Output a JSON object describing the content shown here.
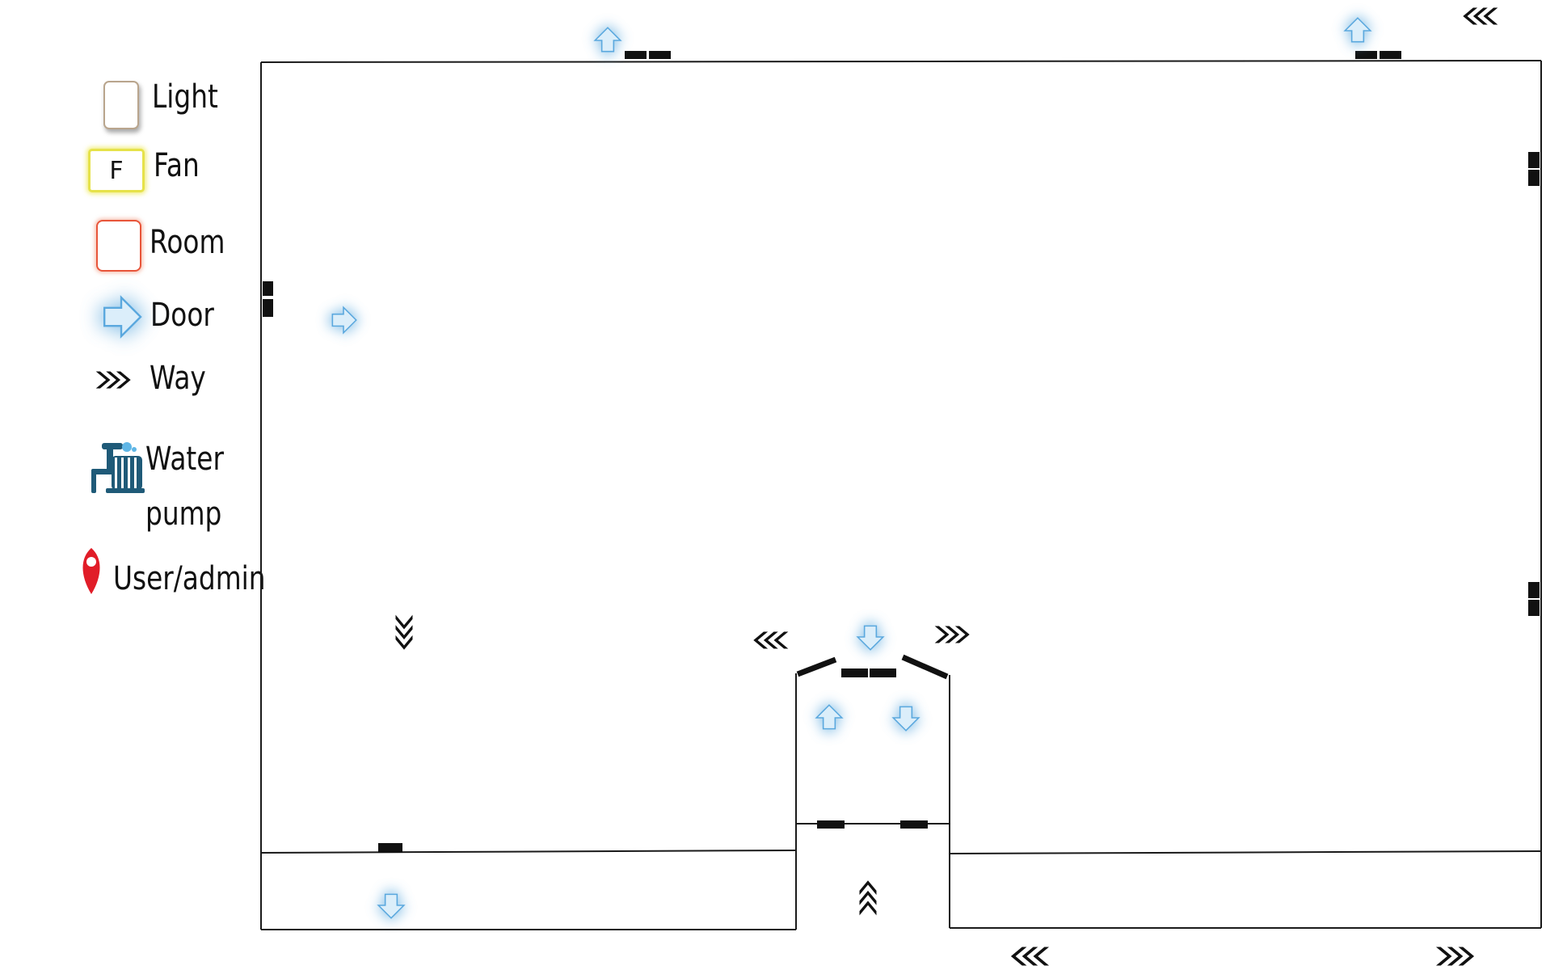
{
  "legend": {
    "light": "Light",
    "fan_symbol": "F",
    "fan": "Fan",
    "room": "Room",
    "door": "Door",
    "way": "Way",
    "water": "Water",
    "pump": "pump",
    "user_admin": "User/admin"
  },
  "icons": {
    "light": "light-switch-icon",
    "fan": "fan-switch-icon",
    "room": "room-icon",
    "door": "door-arrow-icon",
    "way": "way-chevron-icon",
    "water_pump": "water-pump-icon",
    "user_admin": "map-pin-icon"
  },
  "colors": {
    "wall": "#1a1a1a",
    "door_arrow_fill": "#dbeefa",
    "door_arrow_glow": "#5aa8de",
    "fan_border": "#e6e24a",
    "room_border": "#e8553a",
    "light_border": "#b9a58d",
    "pin": "#e11d28",
    "pump": "#1f5a78"
  }
}
